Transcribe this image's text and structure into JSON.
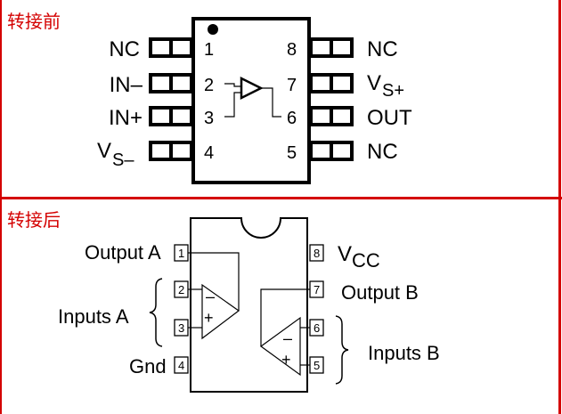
{
  "sections": {
    "before_label": "转接前",
    "after_label": "转接后"
  },
  "top_chip": {
    "left_pins": [
      {
        "num": "1",
        "label": "NC"
      },
      {
        "num": "2",
        "label": "IN–"
      },
      {
        "num": "3",
        "label": "IN+"
      },
      {
        "num": "4",
        "label_main": "V",
        "label_sub": "S–"
      }
    ],
    "right_pins": [
      {
        "num": "8",
        "label": "NC"
      },
      {
        "num": "7",
        "label_main": "V",
        "label_sub": "S+"
      },
      {
        "num": "6",
        "label": "OUT"
      },
      {
        "num": "5",
        "label": "NC"
      }
    ]
  },
  "bottom_chip": {
    "left_pins": [
      {
        "num": "1",
        "label": "Output A"
      },
      {
        "num": "2",
        "label": ""
      },
      {
        "num": "3",
        "label": ""
      },
      {
        "num": "4",
        "label": "Gnd"
      }
    ],
    "right_pins": [
      {
        "num": "8",
        "label_main": "V",
        "label_sub": "CC"
      },
      {
        "num": "7",
        "label": "Output B"
      },
      {
        "num": "6",
        "label": ""
      },
      {
        "num": "5",
        "label": ""
      }
    ],
    "group_labels": {
      "inputs_a": "Inputs A",
      "inputs_b": "Inputs B"
    },
    "opamp_signs": {
      "minus": "–",
      "plus": "+"
    }
  }
}
